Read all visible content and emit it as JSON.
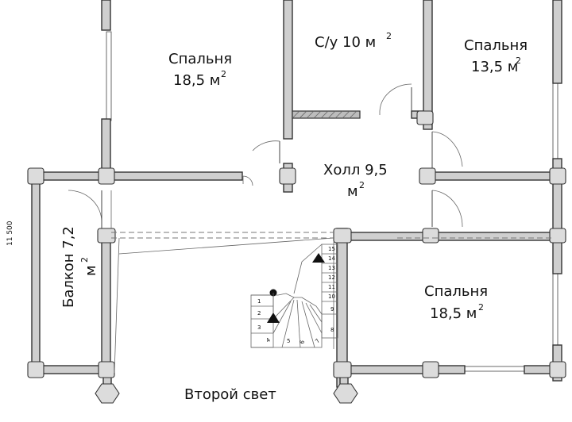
{
  "rooms": {
    "bedroom_top_left": {
      "name": "Спальня",
      "area": "18,5 м",
      "unit_sup": "2"
    },
    "bathroom": {
      "label": "С/у 10 м",
      "unit_sup": "2"
    },
    "bedroom_top_right": {
      "name": "Спальня",
      "area": "13,5 м",
      "unit_sup": "2"
    },
    "hall": {
      "label": "Холл 9,5",
      "area": "м",
      "unit_sup": "2"
    },
    "balcony": {
      "label": "Балкон 7,2",
      "area": "м",
      "unit_sup": "2"
    },
    "bedroom_bottom_right": {
      "name": "Спальня",
      "area": "18,5 м",
      "unit_sup": "2"
    },
    "second_light": {
      "label": "Второй свет"
    }
  },
  "dimension": {
    "height_label": "11 500"
  },
  "stairs": {
    "right_flight": [
      "15",
      "14",
      "13",
      "12",
      "11",
      "10",
      "9",
      "8"
    ],
    "winders": [
      "7",
      "6",
      "5",
      "4"
    ],
    "left_flight": [
      "1",
      "2",
      "3"
    ]
  }
}
